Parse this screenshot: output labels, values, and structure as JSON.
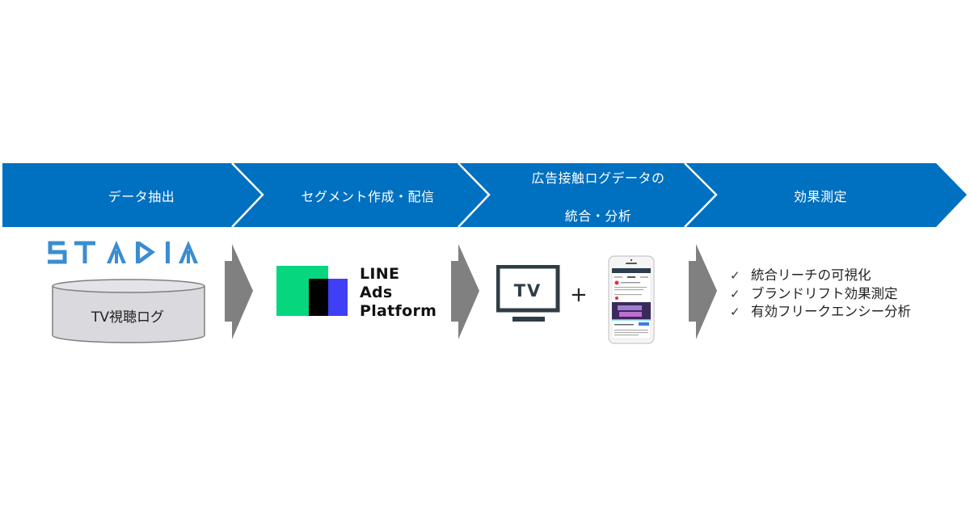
{
  "colors": {
    "band_blue": "#0070C0",
    "chevron_line": "#ffffff",
    "arrow_gray": "#808080",
    "stadia_blue": "#3A8DD0",
    "db_fill": "#D9D9DE",
    "lap_green": "#06D77F",
    "lap_black": "#000000",
    "lap_blue": "#3F3FF5",
    "tv_dark": "#2F3D45"
  },
  "flow_steps": [
    {
      "label": "データ抽出"
    },
    {
      "label": "セグメント作成・配信"
    },
    {
      "label_line1": "広告接触ログデータの",
      "label_line2": "統合・分析"
    },
    {
      "label": "効果測定"
    }
  ],
  "stadia": {
    "logo_text": "STADIA",
    "db_label": "TV視聴ログ"
  },
  "line_ads": {
    "line1": "LINE",
    "line2": "Ads",
    "line3": "Platform"
  },
  "integration": {
    "tv_text": "TV",
    "plus": "+"
  },
  "results": {
    "check_glyph": "✓",
    "items": [
      "統合リーチの可視化",
      "ブランドリフト効果測定",
      "有効フリークエンシー分析"
    ]
  }
}
